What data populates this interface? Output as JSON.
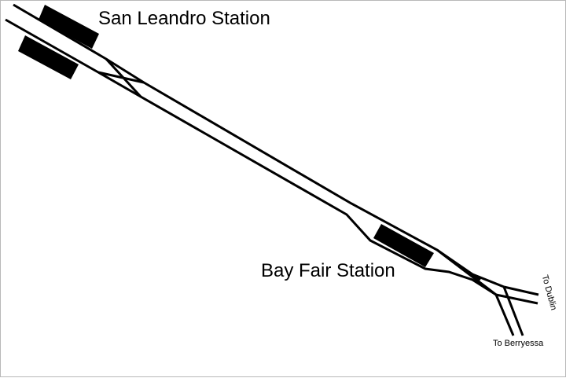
{
  "stations": {
    "san_leandro": "San Leandro Station",
    "bay_fair": "Bay Fair Station"
  },
  "destinations": {
    "dublin": "To Dublin",
    "berryessa": "To Berryessa"
  },
  "colors": {
    "track": "#000000",
    "platform": "#000000",
    "background": "#ffffff"
  }
}
